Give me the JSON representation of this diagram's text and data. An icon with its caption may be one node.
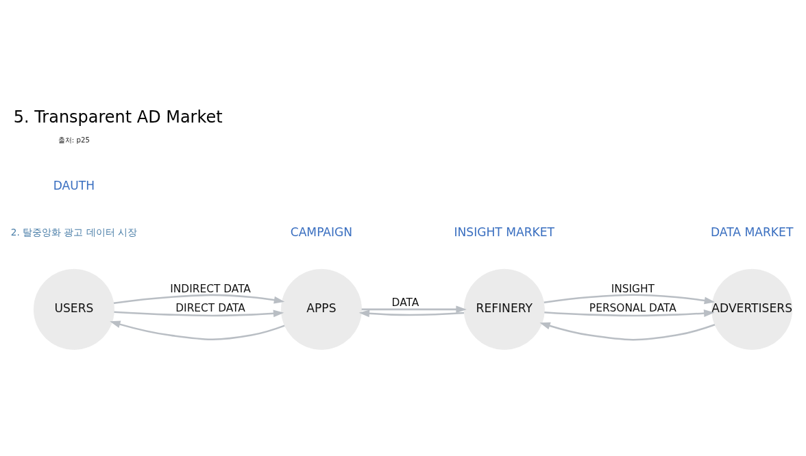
{
  "diagram": {
    "title": "5. Transparent AD Market",
    "nodes": [
      {
        "text": [
          "USERS"
        ]
      },
      {
        "text": [
          "APPS"
        ]
      },
      {
        "text": [
          "REFINERY"
        ]
      },
      {
        "text": [
          "ADVERTISERS"
        ]
      }
    ],
    "edges": [
      {
        "from": 0,
        "to": 1,
        "arrow": "to",
        "label": "INDIRECT DATA"
      },
      {
        "from": 1,
        "to": 0,
        "arrow": "to"
      },
      {
        "from": 0,
        "to": 1,
        "arrow": "to",
        "label": "DIRECT DATA"
      },
      {
        "from": 1,
        "to": 2,
        "arrow": "to",
        "label": "DATA"
      },
      {
        "from": 2,
        "to": 1,
        "arrow": "to"
      },
      {
        "from": 3,
        "to": 2,
        "arrow": "to"
      },
      {
        "from": 2,
        "to": 3,
        "arrow": "to",
        "label": "INSIGHT"
      },
      {
        "from": 2,
        "to": 3,
        "arrow": "to",
        "label": "PERSONAL DATA"
      }
    ],
    "labels": [
      "2. 탈중앙화 광고 데이터 시장",
      "DAUTH",
      "INSIGHT MARKET",
      "CAMPAIGN",
      "DATA MARKET",
      "출처: p25"
    ]
  }
}
